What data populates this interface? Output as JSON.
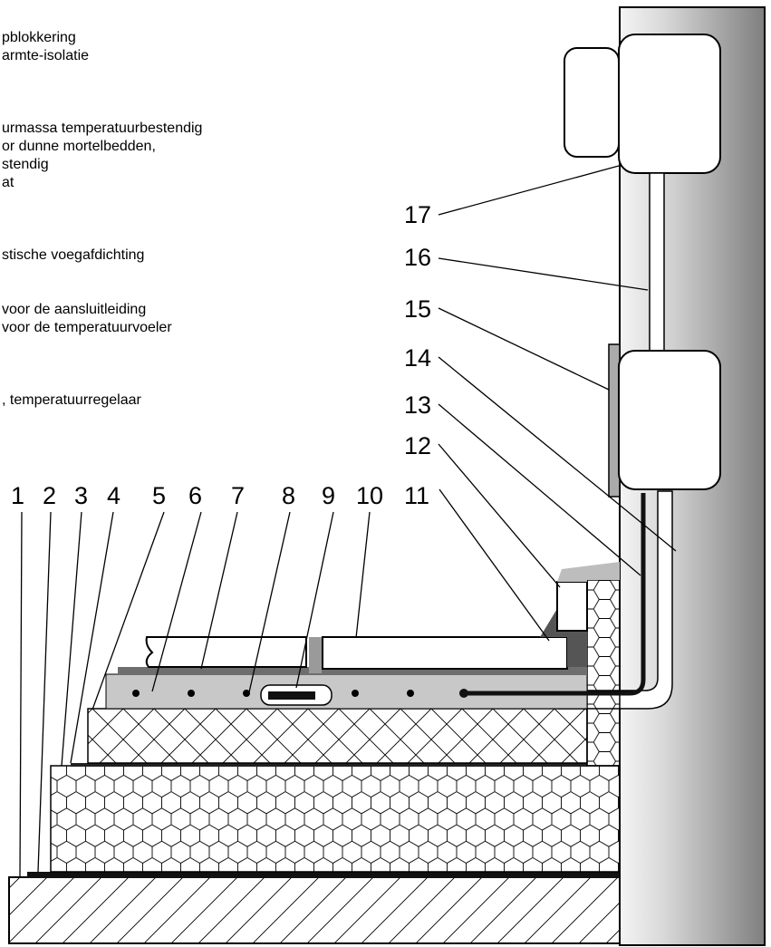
{
  "legend": [
    "pblokkering",
    "armte-isolatie",
    "urmassa temperatuurbestendig",
    "or dunne mortelbedden,",
    "stendig",
    "at",
    "stische voegafdichting",
    " voor de aansluitleiding",
    " voor de temperatuurvoeler",
    ", temperatuurregelaar"
  ],
  "callouts": {
    "bottom": [
      "1",
      "2",
      "3",
      "4",
      "5",
      "6",
      "7",
      "8",
      "9",
      "10",
      "11"
    ],
    "right": [
      "17",
      "16",
      "15",
      "14",
      "13",
      "12"
    ]
  },
  "colors": {
    "wall_light": "#f2f2f2",
    "wall_dark": "#8a8a8a",
    "screed": "#c8c8c8",
    "adhesive": "#6e6e6e",
    "sealant": "#555555",
    "cable": "#111111",
    "insulation": "#ffffff"
  }
}
